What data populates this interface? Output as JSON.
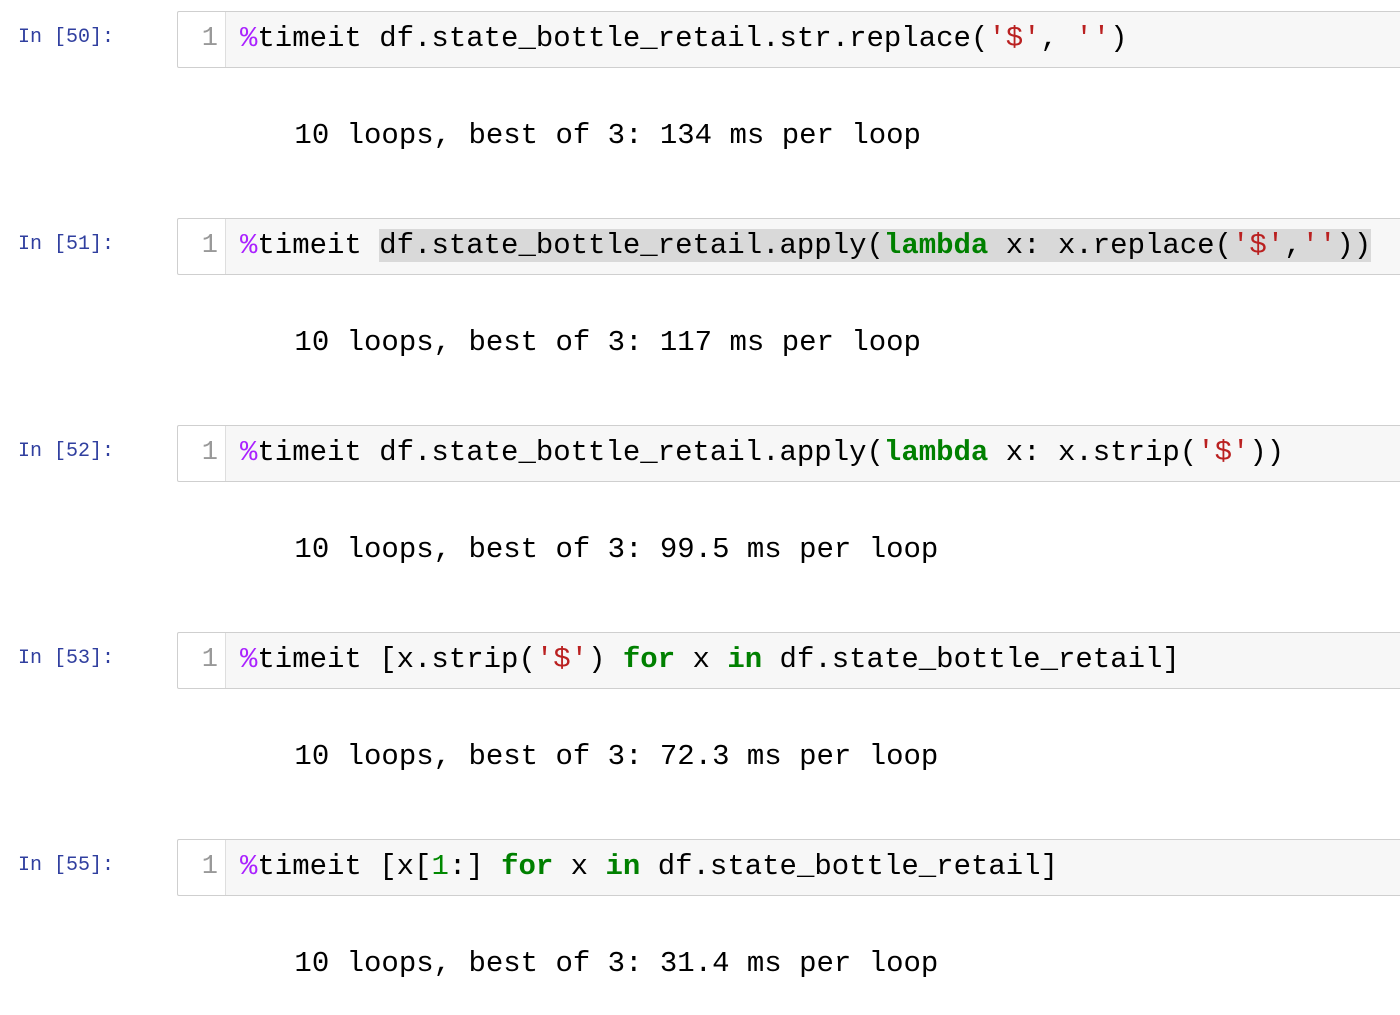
{
  "colors": {
    "prompt": "#303F9F",
    "border": "#cfcfcf",
    "cellbg": "#f7f7f7",
    "gutterbg": "#ffffff",
    "gutterborder": "#dedede",
    "linenum": "#999999",
    "code": "#000000",
    "magic": "#AA22FF",
    "keyword": "#008000",
    "string": "#BA2121",
    "number": "#008800",
    "selection": "#d9d9d9",
    "output": "#000000"
  },
  "cells": [
    {
      "prompt": "In [50]:",
      "line_number": "1",
      "tokens": [
        {
          "type": "magic",
          "text": "%"
        },
        {
          "type": "plain",
          "text": "timeit df.state_bottle_retail.str.replace("
        },
        {
          "type": "string",
          "text": "'$'"
        },
        {
          "type": "plain",
          "text": ", "
        },
        {
          "type": "string",
          "text": "''"
        },
        {
          "type": "plain",
          "text": ")"
        }
      ],
      "output": "10 loops, best of 3: 134 ms per loop"
    },
    {
      "prompt": "In [51]:",
      "line_number": "1",
      "tokens": [
        {
          "type": "magic",
          "text": "%"
        },
        {
          "type": "plain",
          "text": "timeit "
        },
        {
          "type": "plain",
          "text": "df.state_bottle_retail.apply(",
          "selected": true
        },
        {
          "type": "keyword",
          "text": "lambda",
          "selected": true
        },
        {
          "type": "plain",
          "text": " x: x.replace(",
          "selected": true
        },
        {
          "type": "string",
          "text": "'$'",
          "selected": true
        },
        {
          "type": "plain",
          "text": ",",
          "selected": true
        },
        {
          "type": "string",
          "text": "''",
          "selected": true
        },
        {
          "type": "plain",
          "text": "))",
          "selected": true
        }
      ],
      "output": "10 loops, best of 3: 117 ms per loop"
    },
    {
      "prompt": "In [52]:",
      "line_number": "1",
      "tokens": [
        {
          "type": "magic",
          "text": "%"
        },
        {
          "type": "plain",
          "text": "timeit df.state_bottle_retail.apply("
        },
        {
          "type": "keyword",
          "text": "lambda"
        },
        {
          "type": "plain",
          "text": " x: x.strip("
        },
        {
          "type": "string",
          "text": "'$'"
        },
        {
          "type": "plain",
          "text": "))"
        }
      ],
      "output": "10 loops, best of 3: 99.5 ms per loop"
    },
    {
      "prompt": "In [53]:",
      "line_number": "1",
      "tokens": [
        {
          "type": "magic",
          "text": "%"
        },
        {
          "type": "plain",
          "text": "timeit [x.strip("
        },
        {
          "type": "string",
          "text": "'$'"
        },
        {
          "type": "plain",
          "text": ") "
        },
        {
          "type": "keyword",
          "text": "for"
        },
        {
          "type": "plain",
          "text": " x "
        },
        {
          "type": "keyword",
          "text": "in"
        },
        {
          "type": "plain",
          "text": " df.state_bottle_retail]"
        }
      ],
      "output": "10 loops, best of 3: 72.3 ms per loop"
    },
    {
      "prompt": "In [55]:",
      "line_number": "1",
      "tokens": [
        {
          "type": "magic",
          "text": "%"
        },
        {
          "type": "plain",
          "text": "timeit [x["
        },
        {
          "type": "number",
          "text": "1"
        },
        {
          "type": "plain",
          "text": ":] "
        },
        {
          "type": "keyword",
          "text": "for"
        },
        {
          "type": "plain",
          "text": " x "
        },
        {
          "type": "keyword",
          "text": "in"
        },
        {
          "type": "plain",
          "text": " df.state_bottle_retail]"
        }
      ],
      "output": "10 loops, best of 3: 31.4 ms per loop"
    }
  ]
}
